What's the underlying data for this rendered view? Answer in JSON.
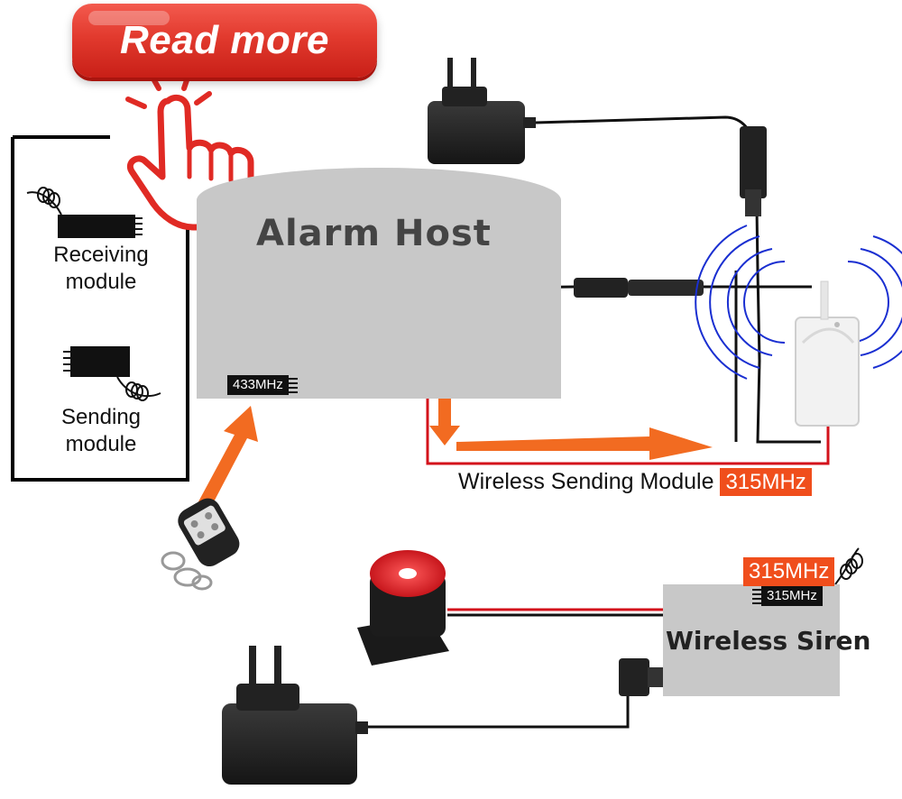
{
  "read_more": {
    "label": "Read more"
  },
  "host": {
    "title": "Alarm Host"
  },
  "modules": {
    "receiving": "Receiving\nmodule",
    "sending": "Sending\nmodule"
  },
  "freq": {
    "host_in": "433MHz",
    "sending_badge": "315MHz",
    "siren_badge_large": "315MHz",
    "siren_badge_small": "315MHz"
  },
  "labels": {
    "wireless_sending_module": "Wireless Sending Module",
    "wireless_siren": "Wireless Siren"
  },
  "colors": {
    "accent_red": "#e23a2e",
    "arrow_orange": "#f26b21",
    "badge_orange": "#f04e1c",
    "panel_gray": "#c8c8c8",
    "wave_blue": "#1a2fd1"
  },
  "icons": [
    "pointing-hand-icon",
    "microchip-icon",
    "remote-key-fob-icon",
    "power-adapter-icon",
    "wireless-sensor-icon",
    "siren-speaker-icon",
    "antenna-coil-icon"
  ]
}
